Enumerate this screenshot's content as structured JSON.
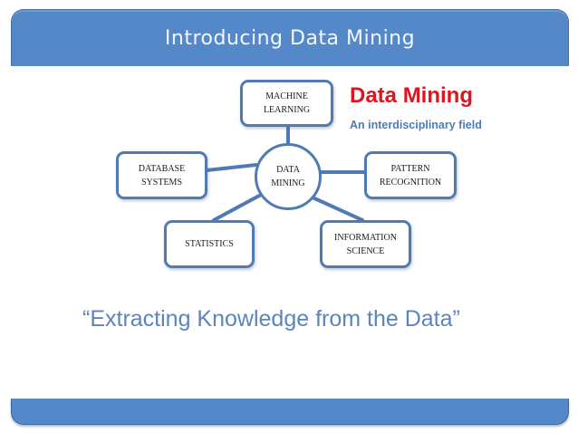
{
  "slide": {
    "title": "Introducing Data Mining",
    "quote": "“Extracting Knowledge from the Data”"
  },
  "callout": {
    "title": "Data Mining",
    "subtitle": "An interdisciplinary field",
    "title_color": "#e0141e",
    "subtitle_color": "#4b7cc0"
  },
  "diagram": {
    "center": "DATA\nMINING",
    "nodes": [
      {
        "id": "machine-learning",
        "label": "MACHINE\nLEARNING"
      },
      {
        "id": "database-systems",
        "label": "DATABASE\nSYSTEMS"
      },
      {
        "id": "pattern-recognition",
        "label": "PATTERN\nRECOGNITION"
      },
      {
        "id": "statistics",
        "label": "STATISTICS"
      },
      {
        "id": "information-science",
        "label": "INFORMATION\nSCIENCE"
      }
    ]
  },
  "colors": {
    "bar": "#5588c9",
    "node_border": "#4f7ab3",
    "quote": "#5b84c0"
  }
}
